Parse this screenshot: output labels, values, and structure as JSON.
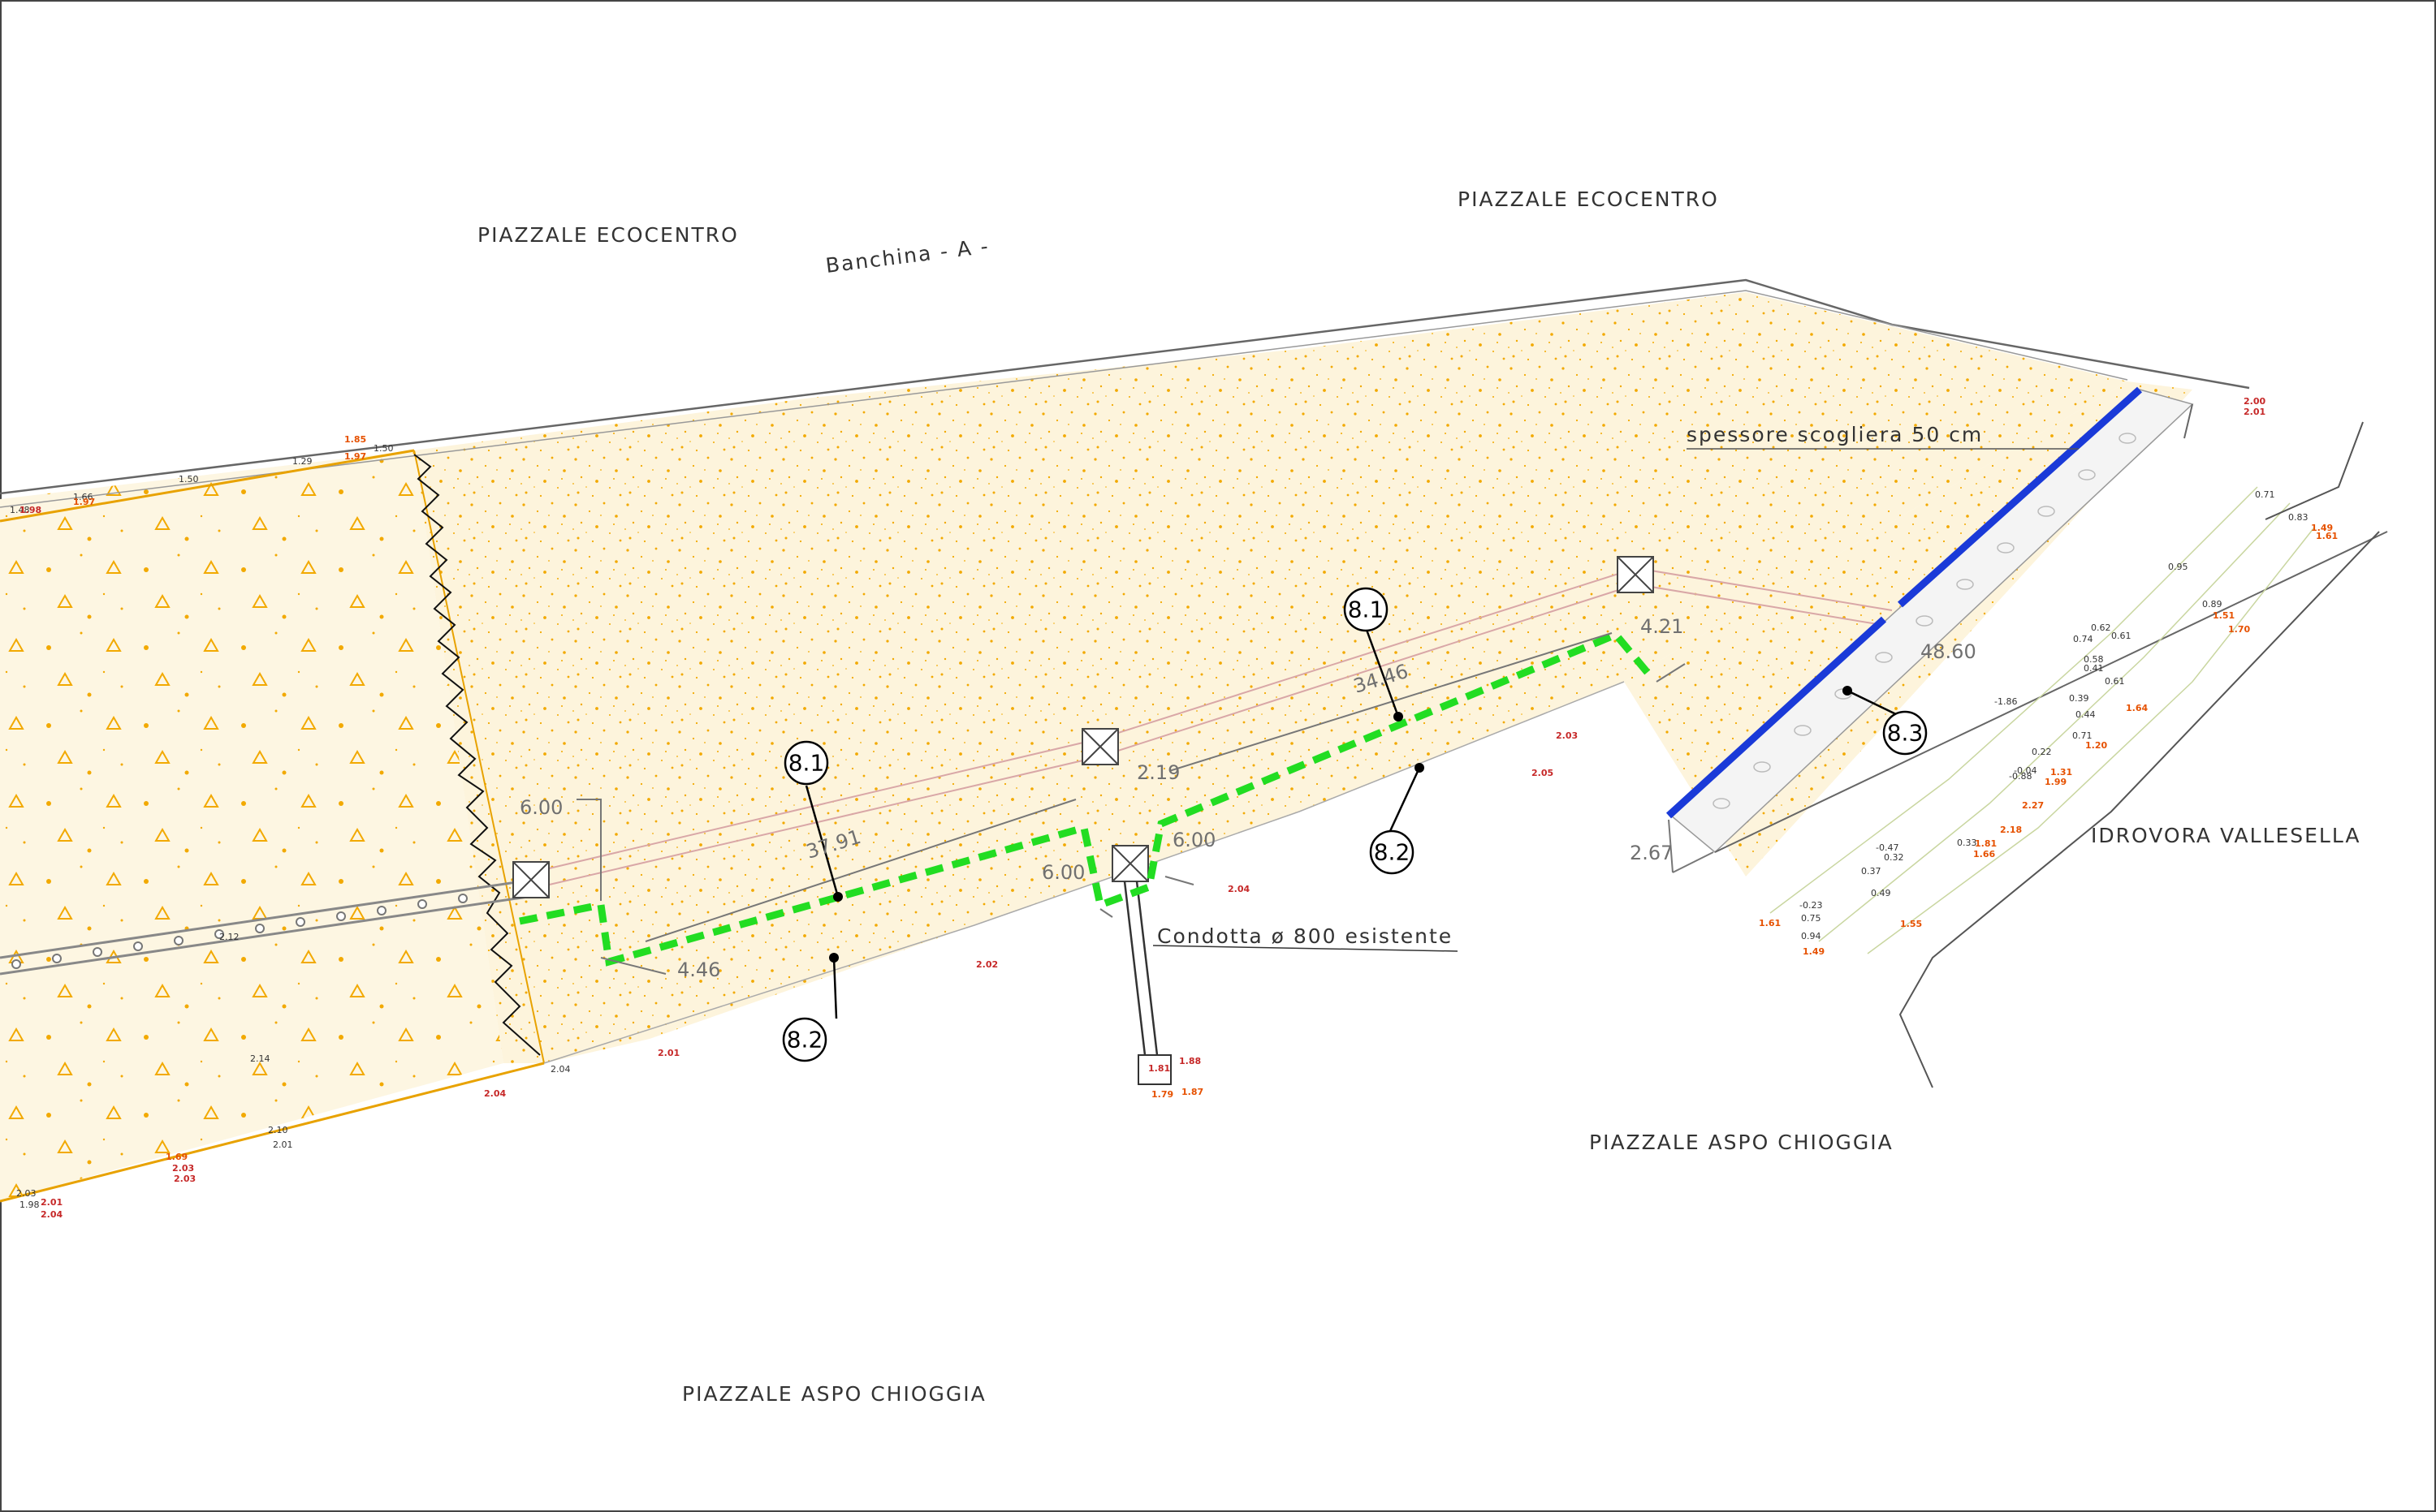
{
  "labels": {
    "piazzale_ecocentro_left": "PIAZZALE ECOCENTRO",
    "piazzale_ecocentro_right": "PIAZZALE ECOCENTRO",
    "banchina": "Banchina - A -",
    "spessore": "spessore scogliera 50 cm",
    "idrovora": "IDROVORA VALLESELLA",
    "condotta": "Condotta ø 800 esistente",
    "piazzale_aspo_right": "PIAZZALE ASPO CHIOGGIA",
    "piazzale_aspo_bottom": "PIAZZALE ASPO CHIOGGIA"
  },
  "dimensions": {
    "d_6_00_left": "6.00",
    "d_37_91": "37.91",
    "d_4_46": "4.46",
    "d_6_00_mid": "6.00",
    "d_2_19": "2.19",
    "d_6_00_right": "6.00",
    "d_34_46": "34.46",
    "d_4_21": "4.21",
    "d_48_60": "48.60",
    "d_2_67": "2.67"
  },
  "callouts": {
    "c1": "8.1",
    "c2": "8.2",
    "c3": "8.1",
    "c4": "8.2",
    "c5": "8.3"
  },
  "spot_heights": {
    "left": [
      "1.85",
      "1.97",
      "1.50",
      "1.29",
      "1.50",
      "1.66",
      "1.97",
      "1.48",
      "1.98",
      "2.14",
      "2.10",
      "2.01",
      "2.04",
      "1.69",
      "2.03",
      "2.03",
      "2.01",
      "2.04",
      "1.98",
      "2.03",
      "2.12"
    ],
    "center": [
      "2.01",
      "2.04",
      "2.02",
      "2.04",
      "2.03",
      "2.05"
    ],
    "manhole": [
      "1.81",
      "1.88",
      "1.79",
      "1.87"
    ],
    "right": [
      "2.00",
      "2.01",
      "0.71",
      "0.83",
      "1.49",
      "1.61",
      "0.95",
      "0.89",
      "1.51",
      "1.70",
      "0.62",
      "0.74",
      "0.61",
      "0.58",
      "0.41",
      "0.61",
      "0.39",
      "0.44",
      "1.64",
      "0.71",
      "1.20",
      "-0.88",
      "-1.86",
      "0.22",
      "-0.04",
      "1.31",
      "1.99",
      "2.27",
      "0.33",
      "1.81",
      "1.66",
      "2.18",
      "-0.47",
      "0.32",
      "0.37",
      "0.49",
      "-0.23",
      "0.75",
      "0.94",
      "1.49",
      "1.55",
      "1.61"
    ]
  },
  "colors": {
    "fill": "#fdf4dc",
    "gravel": "#f2a900",
    "trench": "#22dd22",
    "scogliera": "#1a3ad8",
    "outline": "#555555"
  }
}
